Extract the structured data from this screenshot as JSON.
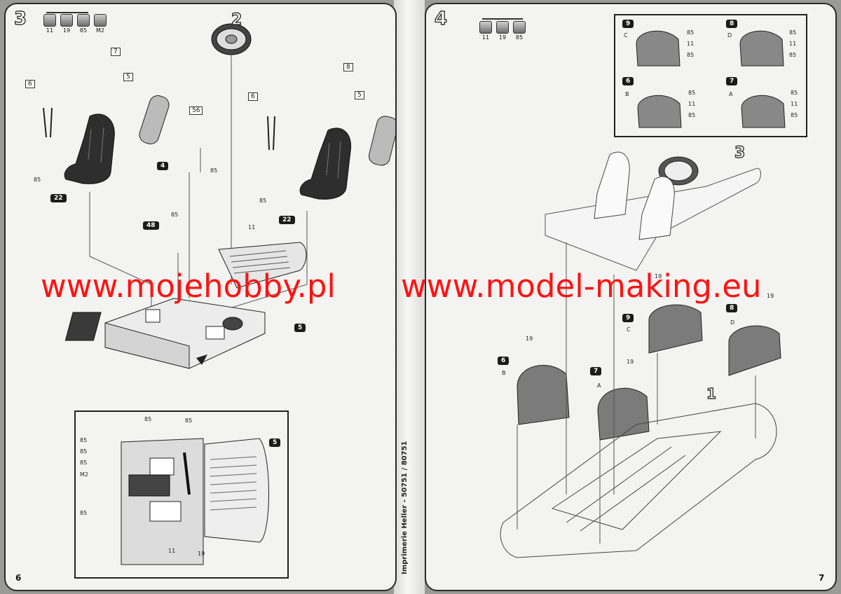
{
  "left_page": {
    "step_number": "3",
    "paints": [
      "11",
      "19",
      "85",
      "M2"
    ],
    "page_number": "6",
    "part_numbers": {
      "seat_left": "22",
      "seat_right": "22",
      "belt_left": "6",
      "belt_right": "6",
      "pad_left": "5",
      "pad_right": "5",
      "top_left": "7",
      "top_right": "8",
      "wheel": "2",
      "lever": "4",
      "small_part": "56",
      "shifter": "48",
      "base": "5",
      "detail_base": "5"
    },
    "color_callouts": {
      "seat_left": "85",
      "seat_right": "85",
      "lever": "85",
      "shifter": "85",
      "floor": "11"
    },
    "detail_callouts": {
      "top_a": "85",
      "top_b": "85",
      "left_1": "85",
      "left_2": "85",
      "left_3": "85",
      "left_4": "M2",
      "left_5": "85",
      "bottom_a": "11",
      "bottom_b": "19"
    }
  },
  "right_page": {
    "step_number": "4",
    "paints": [
      "11",
      "19",
      "85"
    ],
    "page_number": "7",
    "subassembly_number": "3",
    "chassis_number": "1",
    "detail_panels": [
      {
        "part": "9",
        "letter": "C",
        "callouts": [
          "85",
          "11",
          "85"
        ]
      },
      {
        "part": "8",
        "letter": "D",
        "callouts": [
          "85",
          "11",
          "85"
        ]
      },
      {
        "part": "6",
        "letter": "B",
        "callouts": [
          "85",
          "11",
          "85"
        ]
      },
      {
        "part": "7",
        "letter": "A",
        "callouts": [
          "85",
          "11",
          "85"
        ]
      }
    ],
    "arches": [
      {
        "part": "6",
        "letter": "B",
        "color": "19"
      },
      {
        "part": "7",
        "letter": "A",
        "color": "19"
      },
      {
        "part": "9",
        "letter": "C",
        "color": "19"
      },
      {
        "part": "8",
        "letter": "D",
        "color": "19"
      }
    ]
  },
  "gutter": {
    "imprint": "Imprimerie Heller - 50751 / 80751"
  },
  "watermarks": {
    "left": "www.mojehobby.pl",
    "right": "www.model-making.eu"
  }
}
